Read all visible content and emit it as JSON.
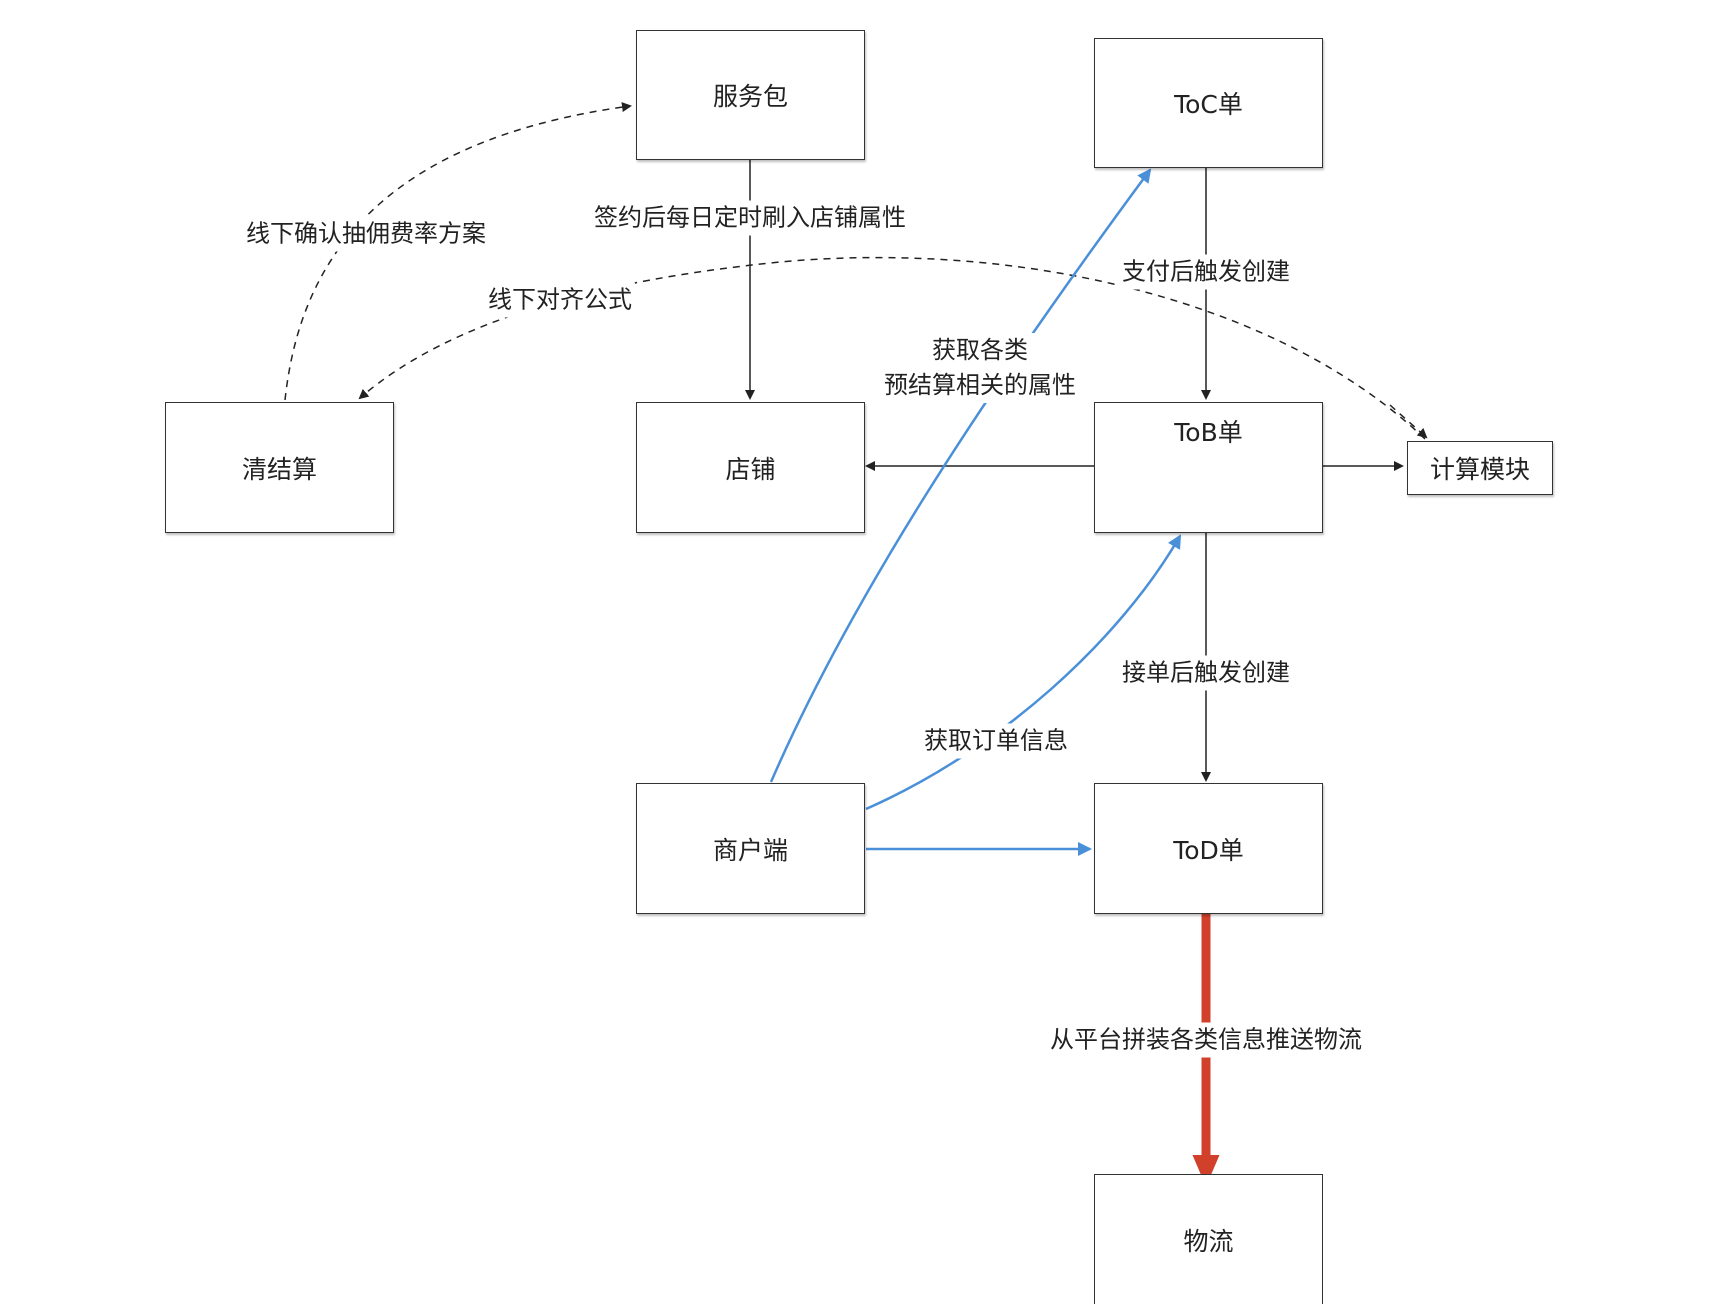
{
  "nodes": {
    "service_package": "服务包",
    "toc_order": "ToC单",
    "clearing_settlement": "清结算",
    "store": "店铺",
    "tob_order": "ToB单",
    "calc_module": "计算模块",
    "merchant_client": "商户端",
    "tod_order": "ToD单",
    "logistics": "物流"
  },
  "edges": {
    "settle_to_service": "线下确认抽佣费率方案",
    "service_to_store": "签约后每日定时刷入店铺属性",
    "calc_to_settle": "线下对齐公式",
    "toc_to_tob": "支付后触发创建",
    "merchant_to_toc_line1": "获取各类",
    "merchant_to_toc_line2": "预结算相关的属性",
    "tob_to_tod": "接单后触发创建",
    "merchant_to_tob": "获取订单信息",
    "tod_to_logistics": "从平台拼装各类信息推送物流"
  },
  "colors": {
    "line": "#222222",
    "blue": "#4a90d9",
    "red": "#d0402b",
    "border": "#333333"
  }
}
